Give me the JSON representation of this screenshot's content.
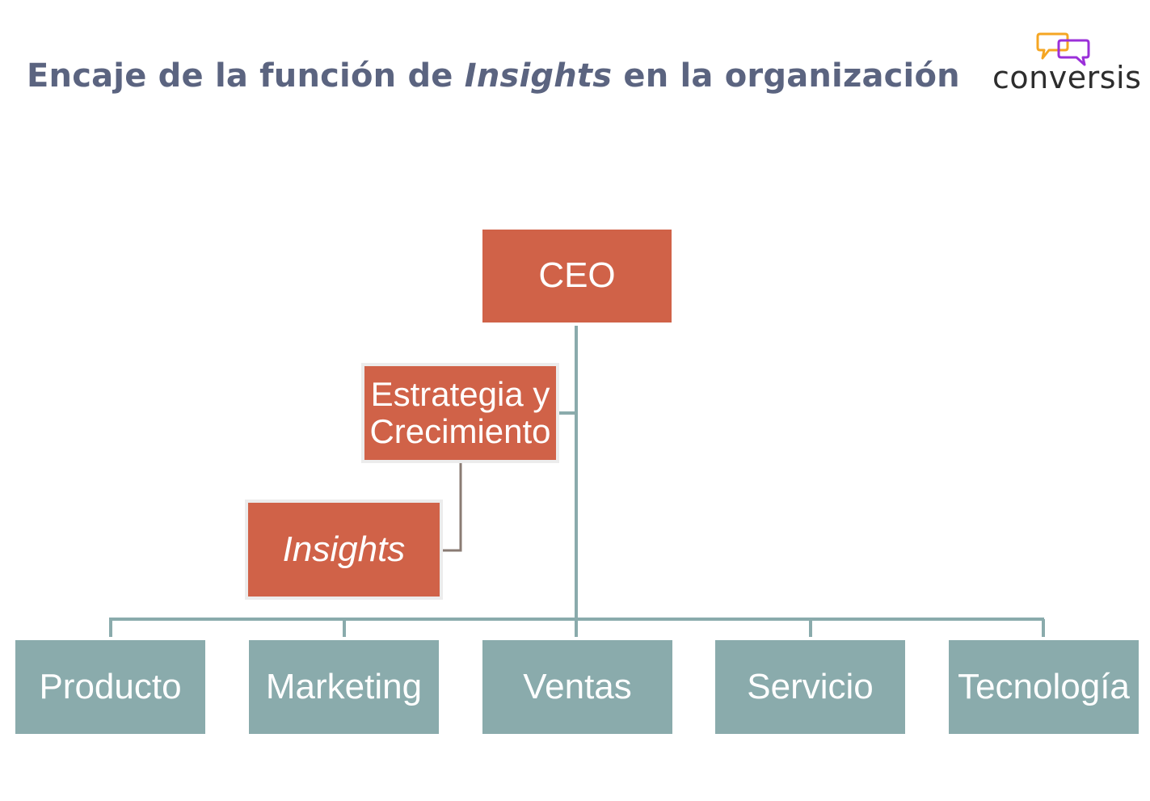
{
  "slide": {
    "title_before": "Encaje de la función de ",
    "title_emphasis": "Insights",
    "title_after": " en la organización"
  },
  "logo": {
    "text": "conversis",
    "colors": {
      "orange_bubble": "#f5a623",
      "purple_bubble": "#9b30d9"
    }
  },
  "org_chart": {
    "ceo": "CEO",
    "estrategia": "Estrategia y Crecimiento",
    "insights": "Insights",
    "departments": [
      "Producto",
      "Marketing",
      "Ventas",
      "Servicio",
      "Tecnología"
    ]
  },
  "colors": {
    "title": "#5b6480",
    "box_primary": "#d06248",
    "box_secondary": "#8aabac",
    "connector_main": "#8aabac",
    "connector_staff": "#8a7b73"
  }
}
